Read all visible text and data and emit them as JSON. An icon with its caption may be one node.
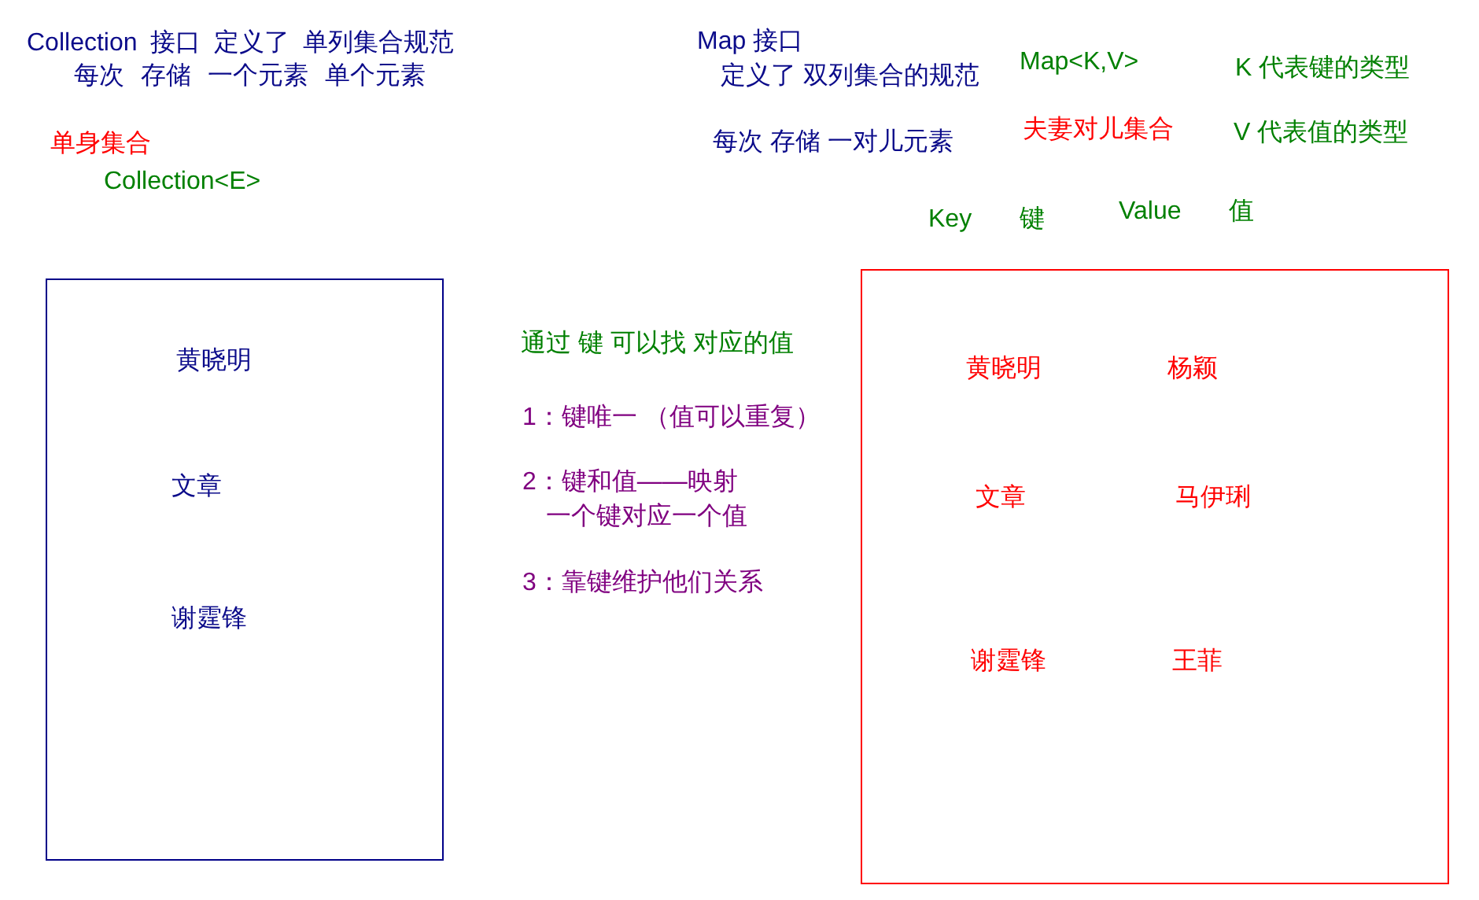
{
  "diagram": {
    "nodes": [
      {
        "text": [
          "黄晓明",
          "文章",
          "谢霆锋"
        ]
      },
      {
        "text": [
          "黄晓明",
          "杨颖",
          "文章",
          "马伊琍",
          "谢霆锋",
          "王菲"
        ]
      }
    ],
    "labels": [
      "Collection 接口 定义了 单列集合规范",
      "每次 存储 一个元素 单个元素",
      "单身集合",
      "Collection<E>",
      "Map 接口",
      "定义了 双列集合的规范",
      "每次 存储 一对儿元素",
      "Map<K,V>",
      "夫妻对儿集合",
      "K 代表键的类型",
      "V 代表值的类型",
      "Key 键",
      "Value 值",
      "通过 键 可以找 对应的值",
      "1：键唯一 （值可以重复）",
      "2：键和值——映射",
      "一个键对应一个值",
      "3：靠键维护他们关系"
    ]
  }
}
